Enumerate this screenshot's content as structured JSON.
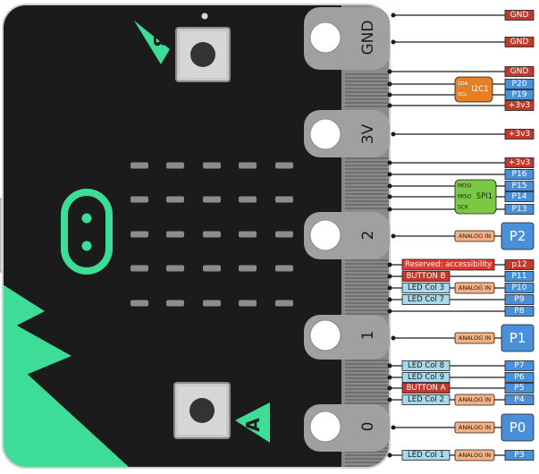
{
  "board": {
    "button_a_label": "A",
    "button_b_label": "B",
    "pad_labels": {
      "gnd": "GND",
      "v3": "3V",
      "p2": "2",
      "p1": "1",
      "p0": "0"
    }
  },
  "colors": {
    "board": "#1b1b1b",
    "accent": "#3ddc97",
    "power": "#c0392b",
    "pin": "#4a90d9",
    "i2c": "#e67e22",
    "spi": "#7ac943",
    "analog": "#f5b183",
    "led_button": "#a8d8ea",
    "reserved": "#e8352b"
  },
  "badges": {
    "gnd1": "GND",
    "gnd2": "GND",
    "gnd3": "GND",
    "p20": "P20",
    "p19": "P19",
    "v33a": "+3v3",
    "v33b": "+3v3",
    "v33c": "+3v3",
    "p16": "P16",
    "p15": "P15",
    "p14": "P14",
    "p13": "P13",
    "p2": "P2",
    "p12": "p12",
    "p11": "P11",
    "p10": "P10",
    "p9": "P9",
    "p8": "P8",
    "p1": "P1",
    "p7": "P7",
    "p6": "P6",
    "p5": "P5",
    "p4": "P4",
    "p0": "P0",
    "p3": "P3"
  },
  "groups": {
    "i2c": {
      "name": "I2C1",
      "sda": "SDA",
      "scl": "SCL"
    },
    "spi": {
      "name": "SPI1",
      "mosi": "MOSI",
      "miso": "MISO",
      "sck": "SCK"
    }
  },
  "labels": {
    "reserved": "Reserved: accessibility",
    "button_b": "BUTTON B",
    "led_col_3": "LED Col 3",
    "led_col_7": "LED Col 7",
    "led_col_8": "LED Col 8",
    "led_col_9": "LED Col 9",
    "button_a": "BUTTON A",
    "led_col_2": "LED Col 2",
    "led_col_1": "LED Col 1"
  },
  "analog": {
    "p2": "ANALOG IN",
    "p10": "ANALOG IN",
    "p1": "ANALOG IN",
    "p4": "ANALOG IN",
    "p0": "ANALOG IN",
    "p3": "ANALOG IN"
  }
}
